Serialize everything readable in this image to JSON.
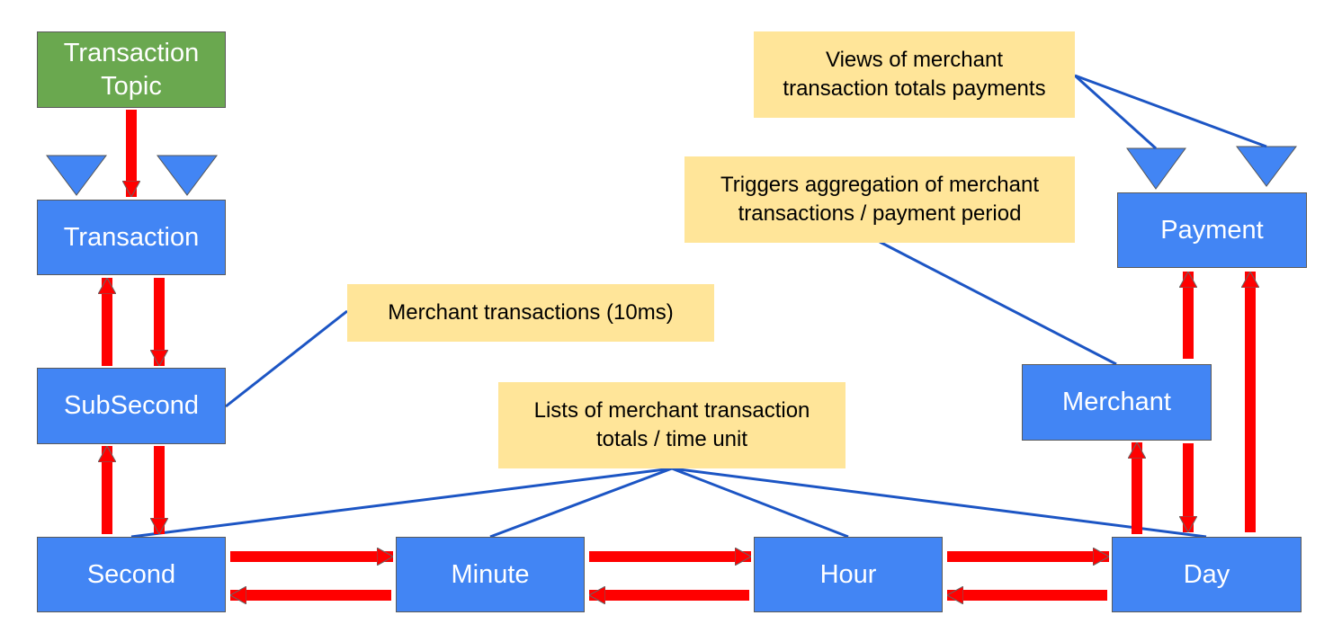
{
  "nodes": {
    "topic": "Transaction\nTopic",
    "transaction": "Transaction",
    "subsecond": "SubSecond",
    "second": "Second",
    "minute": "Minute",
    "hour": "Hour",
    "day": "Day",
    "merchant": "Merchant",
    "payment": "Payment"
  },
  "notes": {
    "merchant_tx": "Merchant transactions (10ms)",
    "lists": "Lists of merchant transaction\ntotals / time unit",
    "triggers": "Triggers aggregation of merchant\ntransactions / payment period",
    "views": "Views of merchant\ntransaction totals payments"
  },
  "colors": {
    "node_fill": "#4285f4",
    "topic_fill": "#6aa84f",
    "note_fill": "#ffe599",
    "arrow": "#ff0000",
    "connector": "#1c55c4",
    "partition_marker": "#4285f4"
  }
}
